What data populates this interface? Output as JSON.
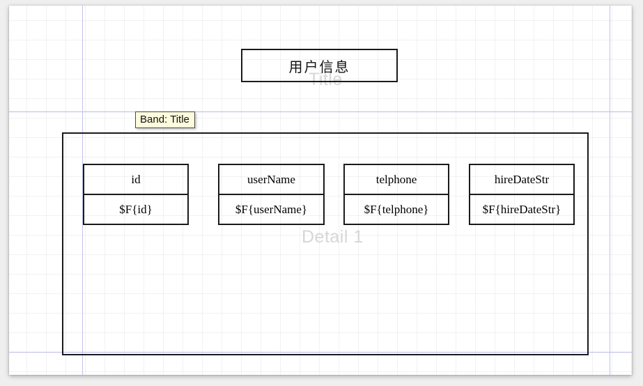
{
  "canvas": {
    "guides": {
      "horizontal": [
        160,
        505
      ],
      "vertical": [
        118,
        875
      ]
    }
  },
  "bands": [
    {
      "id": "title",
      "watermark_label": "Title",
      "tooltip": "Band: Title"
    },
    {
      "id": "detail",
      "watermark_label": "Detail 1"
    }
  ],
  "title_band": {
    "text_element": {
      "name": "report-title",
      "text": "用户信息"
    }
  },
  "detail_band": {
    "columns": [
      {
        "header": "id",
        "value": "$F{id}"
      },
      {
        "header": "userName",
        "value": "$F{userName}"
      },
      {
        "header": "telphone",
        "value": "$F{telphone}"
      },
      {
        "header": "hireDateStr",
        "value": "$F{hireDateStr}"
      }
    ]
  },
  "tooltip": {
    "text": "Band: Title"
  },
  "colors": {
    "canvas_background": "#ffffff",
    "grid_line": "#e6e6ec",
    "guide_line": "#b9b9ee",
    "element_border": "#1a1a1a",
    "watermark_text": "#d6d6d6",
    "tooltip_background": "#fdfbdd",
    "tooltip_border": "#4a4a4a"
  }
}
